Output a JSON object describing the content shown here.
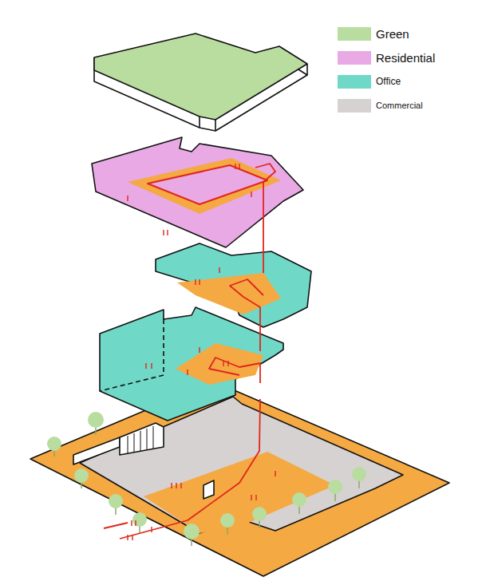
{
  "diagram": {
    "legend": [
      {
        "text": "Green",
        "color": "#b9dc9f"
      },
      {
        "text": "Residential",
        "color": "#e8a9e4"
      },
      {
        "text": "Office",
        "color": "#6fd8c7"
      },
      {
        "text": "Commercial",
        "color": "#d6d2d2"
      }
    ]
  }
}
